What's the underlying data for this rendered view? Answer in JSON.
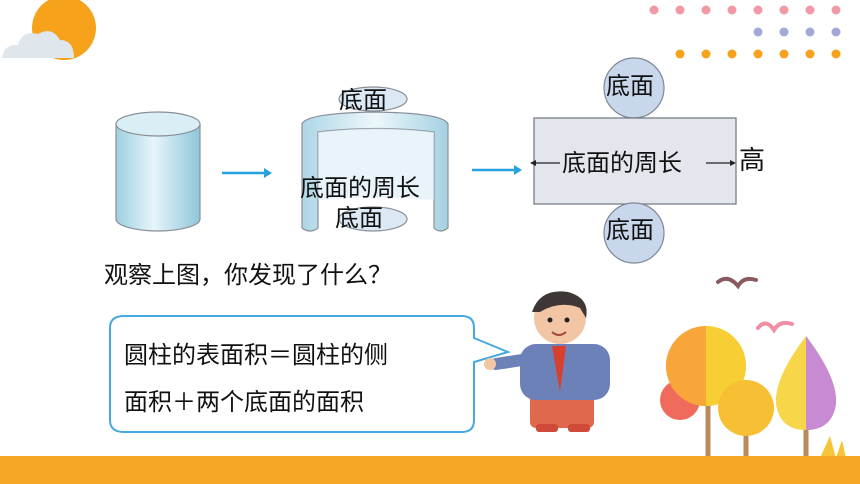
{
  "diagram": {
    "cylinder_with_lids": {
      "top_label": "底面",
      "wrap_label": "底面的周长",
      "bottom_label": "底面"
    },
    "net": {
      "top_circle_label": "底面",
      "rect_label": "底面的周长",
      "height_label": "高",
      "bottom_circle_label": "底面"
    }
  },
  "question": "观察上图，你发现了什么？",
  "bubble": {
    "line1": "圆柱的表面积＝圆柱的侧",
    "line2": "面积＋两个底面的面积"
  },
  "colors": {
    "accent_orange": "#f5a623",
    "cylinder_blue": "#bfe3ec",
    "net_fill": "#e4e6ee",
    "circle_fill": "#c9d7ec",
    "arrow_blue": "#29a0df",
    "bubble_border": "#45a9e0"
  }
}
